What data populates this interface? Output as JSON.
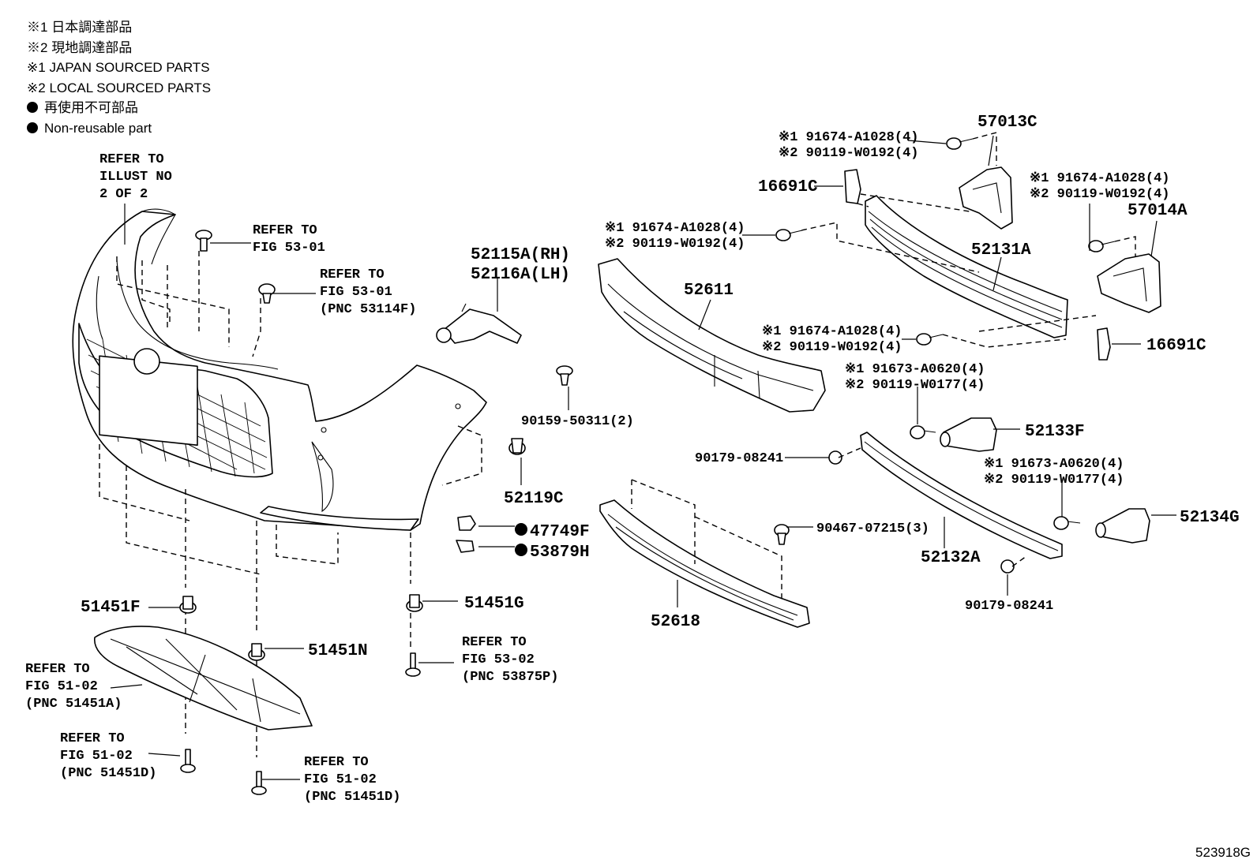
{
  "legend": {
    "items": [
      {
        "mark": "※1",
        "text": "日本調達部品"
      },
      {
        "mark": "※2",
        "text": "現地調達部品"
      },
      {
        "mark": "※1",
        "text": "JAPAN SOURCED PARTS"
      },
      {
        "mark": "※2",
        "text": "LOCAL SOURCED PARTS"
      }
    ],
    "nonreusable_ja": "再使用不可部品",
    "nonreusable_en": "Non-reusable part"
  },
  "refs": {
    "illust_1": "REFER TO",
    "illust_2": "ILLUST NO",
    "illust_3": "2 OF 2",
    "fig5301a_1": "REFER TO",
    "fig5301a_2": "FIG 53-01",
    "fig5301b_1": "REFER TO",
    "fig5301b_2": "FIG 53-01",
    "fig5301b_3": "(PNC 53114F)",
    "fig5302_1": "REFER TO",
    "fig5302_2": "FIG 53-02",
    "fig5302_3": "(PNC 53875P)",
    "fig5102a_1": "REFER TO",
    "fig5102a_2": "FIG 51-02",
    "fig5102a_3": "(PNC 51451A)",
    "fig5102b_1": "REFER TO",
    "fig5102b_2": "FIG 51-02",
    "fig5102b_3": "(PNC 51451D)",
    "fig5102c_1": "REFER TO",
    "fig5102c_2": "FIG 51-02",
    "fig5102c_3": "(PNC 51451D)"
  },
  "parts": {
    "p57013C": "57013C",
    "p57014A": "57014A",
    "p16691C_top": "16691C",
    "p16691C_right": "16691C",
    "p52131A": "52131A",
    "p52611": "52611",
    "p52115A": "52115A(RH)",
    "p52116A": "52116A(LH)",
    "p90159": "90159-50311(2)",
    "p52119C": "52119C",
    "p47749F": "47749F",
    "p53879H": "53879H",
    "p52133F": "52133F",
    "p52134G": "52134G",
    "p90179_a": "90179-08241",
    "p90179_b": "90179-08241",
    "p52132A": "52132A",
    "p90467": "90467-07215(3)",
    "p52618": "52618",
    "p51451F": "51451F",
    "p51451G": "51451G",
    "p51451N": "51451N"
  },
  "bolts": {
    "b1_1": "※1 91674-A1028(4)",
    "b1_2": "※2 90119-W0192(4)",
    "b2_1": "※1 91674-A1028(4)",
    "b2_2": "※2 90119-W0192(4)",
    "b3_1": "※1 91674-A1028(4)",
    "b3_2": "※2 90119-W0192(4)",
    "b4_1": "※1 91674-A1028(4)",
    "b4_2": "※2 90119-W0192(4)",
    "b5_1": "※1 91673-A0620(4)",
    "b5_2": "※2 90119-W0177(4)",
    "b6_1": "※1 91673-A0620(4)",
    "b6_2": "※2 90119-W0177(4)"
  },
  "figure_id": "523918G"
}
